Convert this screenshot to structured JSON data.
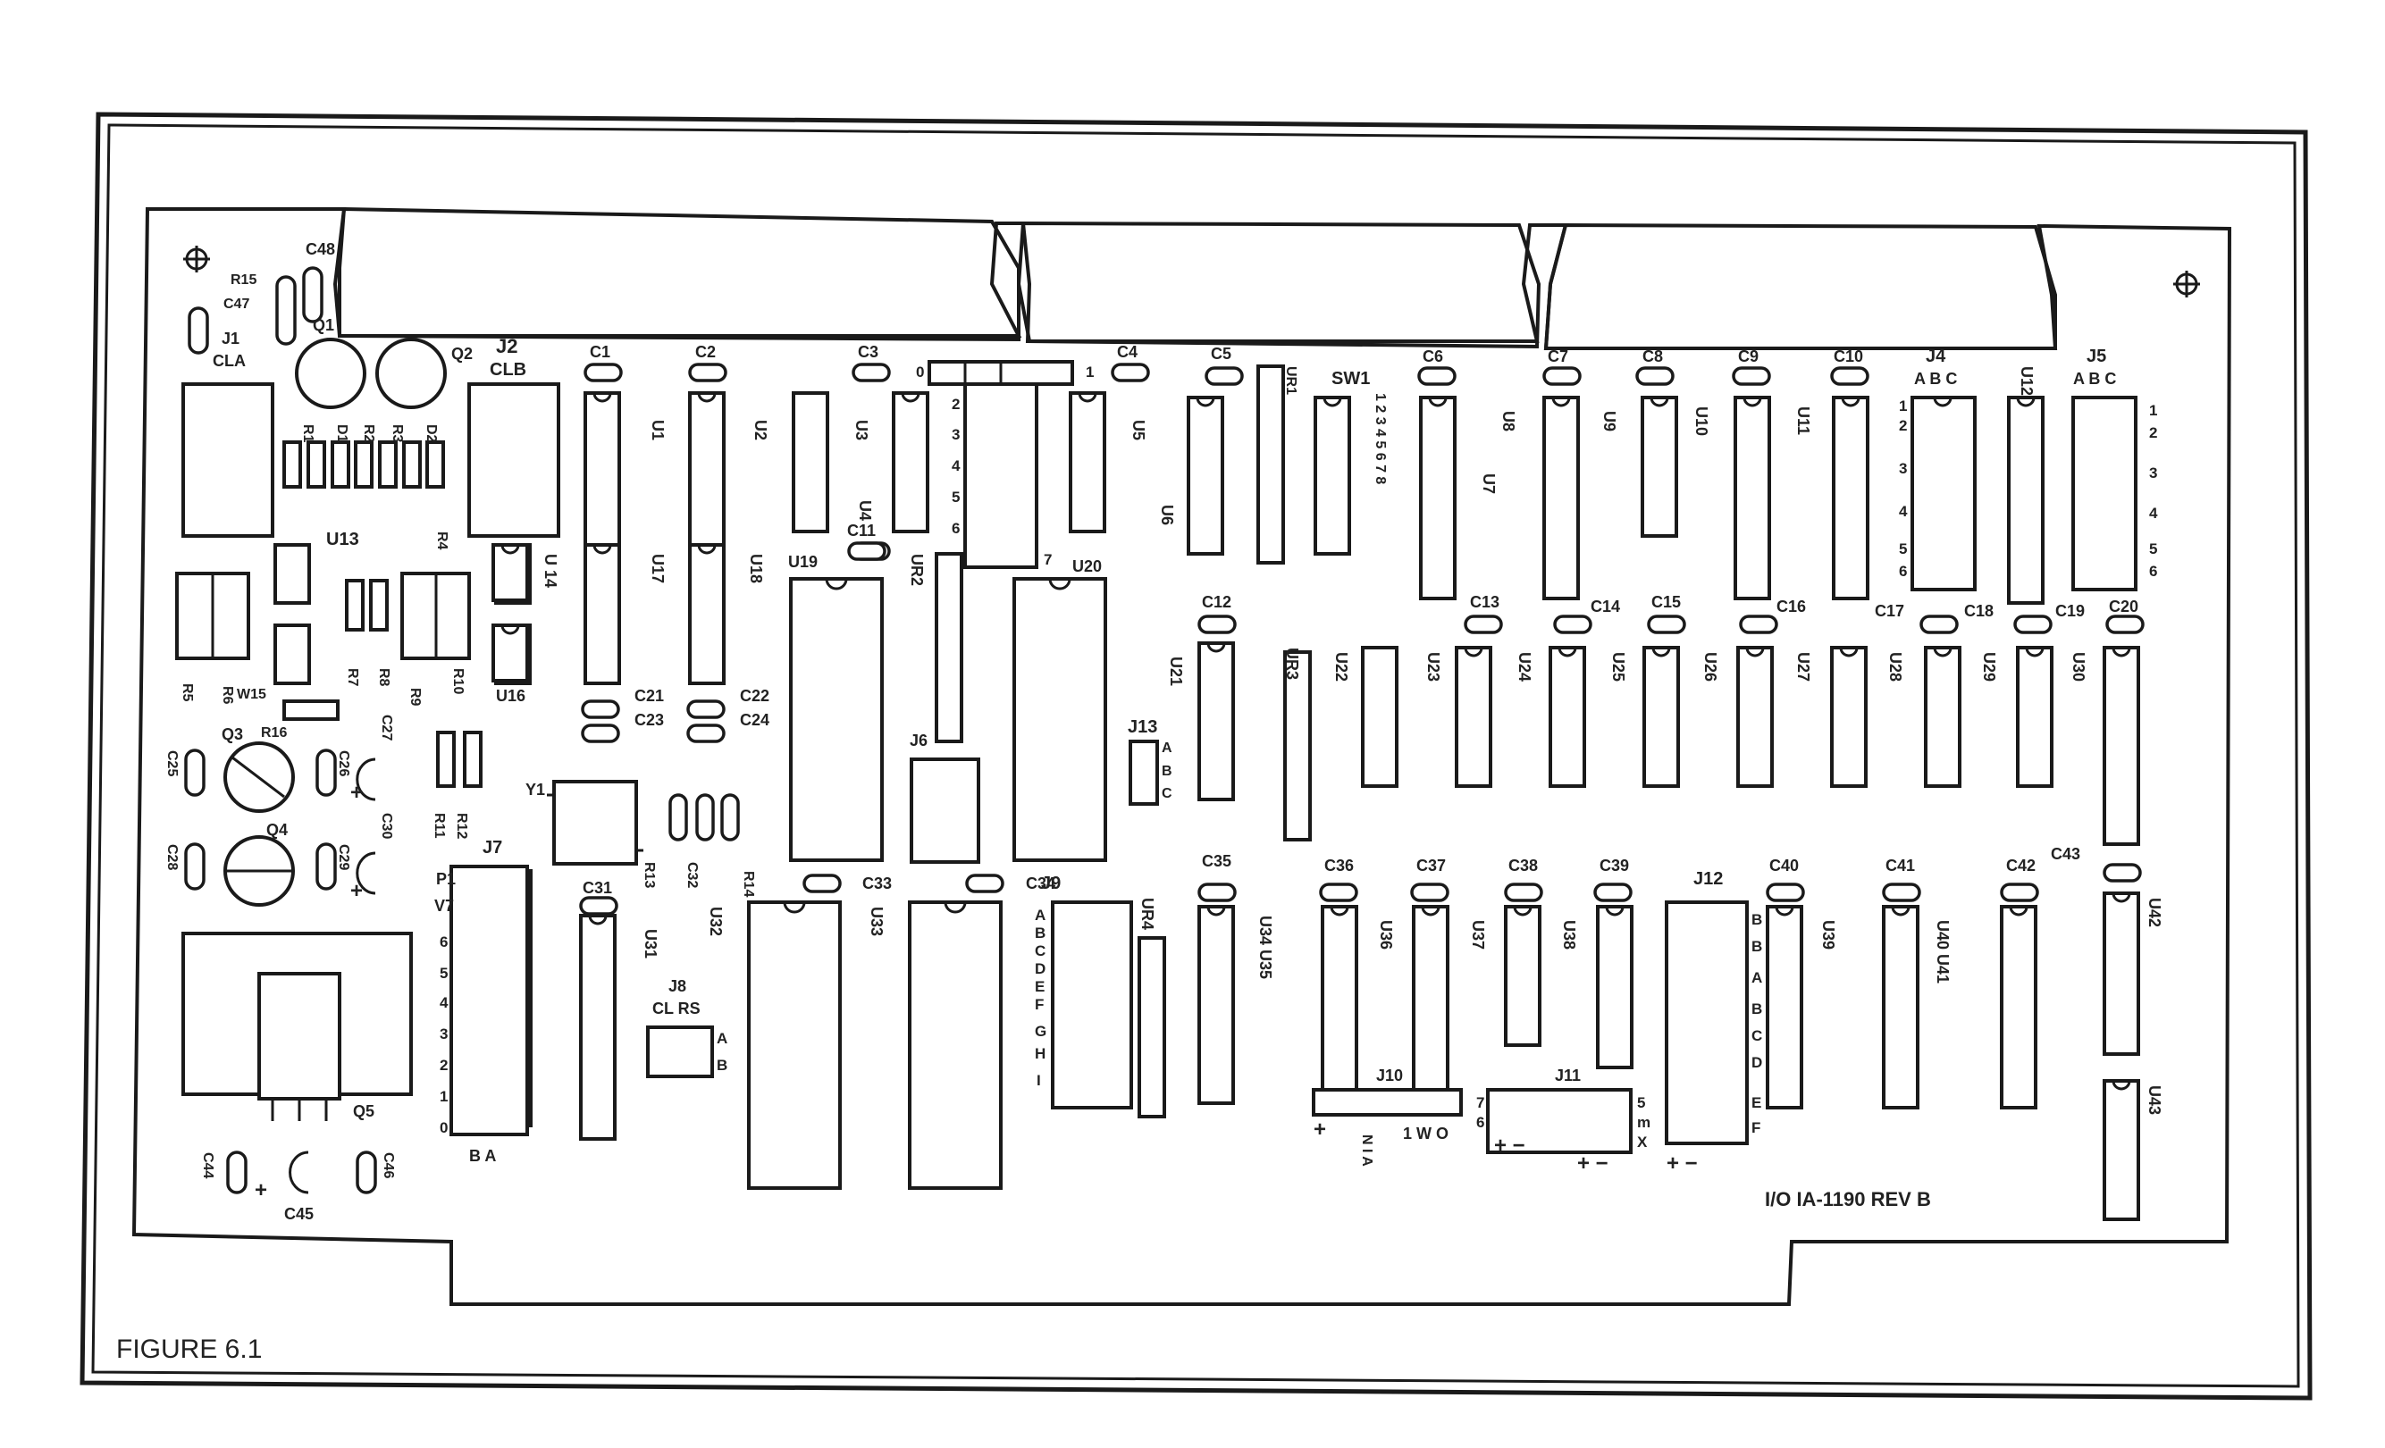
{
  "figure": {
    "caption": "FIGURE 6.1",
    "board_revision": "I/O  IA-1190  REV B"
  },
  "connector_labels": {
    "j2": "J2",
    "j2_sub": "CLB",
    "j1": "J1",
    "j1_sub": "CLA",
    "j4": "J4",
    "j4_cols": "A  B  C",
    "j5": "J5",
    "j5_cols": "A  B  C",
    "j6": "J6",
    "j7": "J7",
    "j7_pins_top": "P1",
    "j7_pins_v7": "V7",
    "j8": "J8",
    "j8_sub": "CL  RS",
    "j9": "J9",
    "j10": "J10",
    "j11": "J11",
    "j12": "J12",
    "j13": "J13",
    "sw1": "SW1",
    "y1": "Y1"
  },
  "j10_legend": "1  W  O",
  "j10_vertical": "N I A",
  "j7_bottom": "B    A",
  "j9_letters": [
    "A",
    "B",
    "C",
    "D",
    "E",
    "F",
    "G",
    "H",
    "I"
  ],
  "j12_letters": [
    "B",
    "B",
    "A",
    "B",
    "C",
    "D",
    "E",
    "F"
  ],
  "j4_rows": [
    "1",
    "2",
    "3",
    "4",
    "5",
    "6"
  ],
  "j5_rows": [
    "1",
    "2",
    "3",
    "4",
    "5",
    "6"
  ],
  "u4_pins": [
    "0",
    "1",
    "2",
    "3",
    "4",
    "5",
    "6",
    "7"
  ],
  "j7_rows": [
    "6",
    "5",
    "4",
    "3",
    "2",
    "1",
    "0"
  ],
  "j13_letters": [
    "A",
    "B",
    "C"
  ],
  "j8_letters": [
    "A",
    "B"
  ],
  "j11_left": [
    "7",
    "6"
  ],
  "j11_right": [
    "5",
    "m",
    "X"
  ],
  "sw1_numbers": "1 2 3 4 5 6 7 8",
  "polarity": {
    "j11_a": "+  −",
    "j11_b": "+  −",
    "j12": "+  −",
    "j10": "+",
    "c27": "+",
    "c30": "+",
    "c45": "+"
  },
  "ic_labels": {
    "U1": "U1",
    "U2": "U2",
    "U3": "U3",
    "U4": "U4",
    "U5": "U5",
    "U6": "U6",
    "U7": "U7",
    "U8": "U8",
    "U9": "U9",
    "U10": "U10",
    "U11": "U11",
    "U12": "U12",
    "U13": "U13",
    "U14": "U 14",
    "U16": "U16",
    "U17": "U17",
    "U18": "U18",
    "U19": "U19",
    "U20": "U20",
    "U21": "U21",
    "U22": "U22",
    "U23": "U23",
    "U24": "U24",
    "U25": "U25",
    "U26": "U26",
    "U27": "U27",
    "U28": "U28",
    "U29": "U29",
    "U30": "U30",
    "U31": "U31",
    "U32": "U32",
    "U33": "U33",
    "U34": "U34 U35",
    "U36": "U36",
    "U37": "U37",
    "U38": "U38",
    "U39": "U39",
    "U40": "U40 U41",
    "U42": "U42",
    "U43": "U43",
    "UR1": "UR1",
    "UR2": "UR2",
    "UR3": "UR3",
    "UR4": "UR4"
  },
  "cap_labels": {
    "C1": "C1",
    "C2": "C2",
    "C3": "C3",
    "C4": "C4",
    "C5": "C5",
    "C6": "C6",
    "C7": "C7",
    "C8": "C8",
    "C9": "C9",
    "C10": "C10",
    "C11": "C11",
    "C12": "C12",
    "C13": "C13",
    "C14": "C14",
    "C15": "C15",
    "C16": "C16",
    "C17": "C17",
    "C18": "C18",
    "C19": "C19",
    "C20": "C20",
    "C21": "C21",
    "C22": "C22",
    "C23": "C23",
    "C24": "C24",
    "C25": "C25",
    "C26": "C26",
    "C27": "C27",
    "C28": "C28",
    "C29": "C29",
    "C30": "C30",
    "C31": "C31",
    "C32": "C32",
    "C33": "C33",
    "C34": "C34",
    "C35": "C35",
    "C36": "C36",
    "C37": "C37",
    "C38": "C38",
    "C39": "C39",
    "C40": "C40",
    "C41": "C41",
    "C42": "C42",
    "C43": "C43",
    "C44": "C44",
    "C45": "C45",
    "C46": "C46",
    "C47": "C47",
    "C48": "C48"
  },
  "misc_labels": {
    "R1": "R1",
    "R2": "R2",
    "R3": "R3",
    "R4": "R4",
    "R5": "R5",
    "R6": "R6",
    "R7": "R7",
    "R8": "R8",
    "R9": "R9",
    "R10": "R10",
    "R11": "R11",
    "R12": "R12",
    "R13": "R13",
    "R14": "R14",
    "R15": "R15",
    "R16": "R16",
    "W15": "W15",
    "D1": "D1",
    "D2": "D2",
    "Q1": "Q1",
    "Q2": "Q2",
    "Q3": "Q3",
    "Q4": "Q4",
    "Q5": "Q5"
  }
}
